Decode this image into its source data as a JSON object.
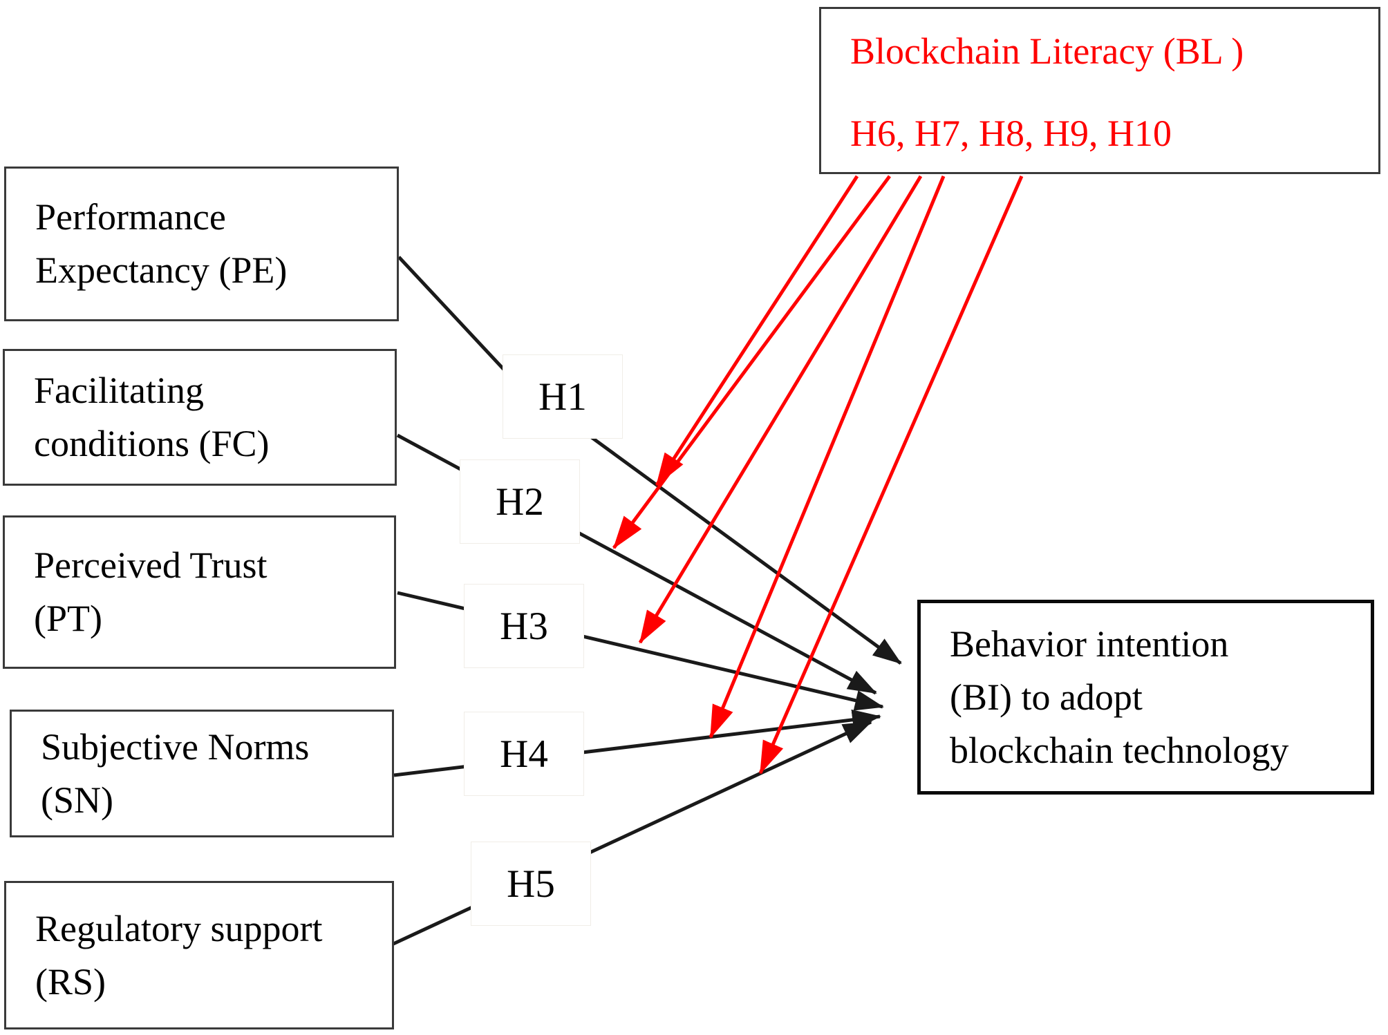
{
  "diagram": {
    "predictors": [
      {
        "id": "PE",
        "line1": "Performance",
        "line2": "Expectancy (PE)"
      },
      {
        "id": "FC",
        "line1": "Facilitating",
        "line2": "conditions (FC)"
      },
      {
        "id": "PT",
        "line1": "Perceived Trust",
        "line2": "(PT)"
      },
      {
        "id": "SN",
        "line1": "Subjective Norms",
        "line2": "(SN)"
      },
      {
        "id": "RS",
        "line1": "Regulatory support",
        "line2": "(RS)"
      }
    ],
    "moderator": {
      "line1": "Blockchain Literacy (BL )",
      "line2": "H6, H7, H8, H9, H10"
    },
    "outcome": {
      "line1": "Behavior intention",
      "line2": "(BI) to adopt",
      "line3": "blockchain technology"
    },
    "hypotheses": {
      "h1": "H1",
      "h2": "H2",
      "h3": "H3",
      "h4": "H4",
      "h5": "H5"
    },
    "relations": [
      {
        "from": "PE",
        "to": "BI",
        "label": "H1",
        "type": "direct"
      },
      {
        "from": "FC",
        "to": "BI",
        "label": "H2",
        "type": "direct"
      },
      {
        "from": "PT",
        "to": "BI",
        "label": "H3",
        "type": "direct"
      },
      {
        "from": "SN",
        "to": "BI",
        "label": "H4",
        "type": "direct"
      },
      {
        "from": "RS",
        "to": "BI",
        "label": "H5",
        "type": "direct"
      },
      {
        "from": "BL",
        "to": "H1 path",
        "label": "H6",
        "type": "moderation"
      },
      {
        "from": "BL",
        "to": "H2 path",
        "label": "H7",
        "type": "moderation"
      },
      {
        "from": "BL",
        "to": "H3 path",
        "label": "H8",
        "type": "moderation"
      },
      {
        "from": "BL",
        "to": "H4 path",
        "label": "H9",
        "type": "moderation"
      },
      {
        "from": "BL",
        "to": "H5 path",
        "label": "H10",
        "type": "moderation"
      }
    ],
    "colors": {
      "direct_arrow": "#1a1a1a",
      "moderation_arrow": "#ff0000",
      "moderator_text": "#ff0000",
      "box_border": "#3a3a3a",
      "outcome_border": "#0a0a0a"
    }
  }
}
